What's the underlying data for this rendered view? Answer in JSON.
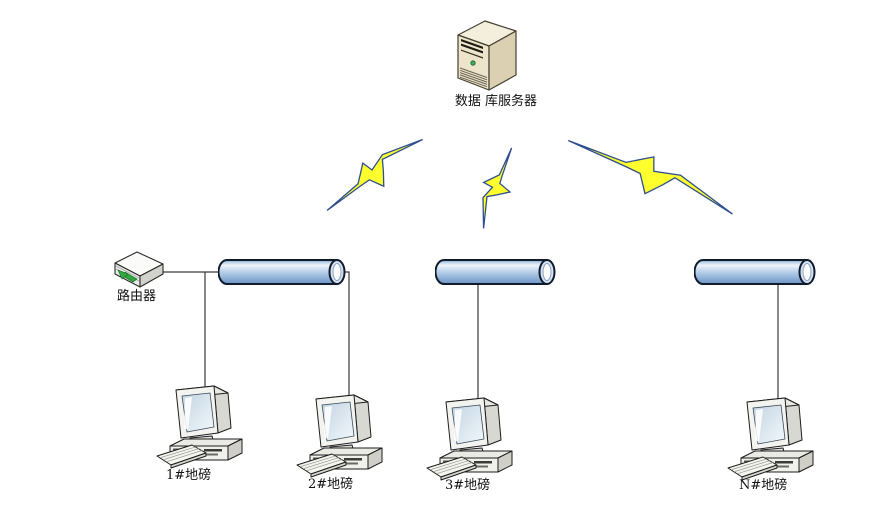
{
  "net": {
    "server": {
      "label": "数据 库服务器",
      "icon": "server-tower-icon"
    },
    "router": {
      "label": "路由器",
      "icon": "router-icon"
    },
    "segments": [
      {
        "icon": "ethernet-segment-icon"
      },
      {
        "icon": "ethernet-segment-icon"
      },
      {
        "icon": "ethernet-segment-icon"
      }
    ],
    "wireless_links": [
      {
        "icon": "lightning-bolt-icon"
      },
      {
        "icon": "lightning-bolt-icon"
      },
      {
        "icon": "lightning-bolt-icon"
      }
    ],
    "workstations": [
      {
        "label": "1#地磅",
        "icon": "desktop-computer-icon"
      },
      {
        "label": "2#地磅",
        "icon": "desktop-computer-icon"
      },
      {
        "label": "3#地磅",
        "icon": "desktop-computer-icon"
      },
      {
        "label": "N#地磅",
        "icon": "desktop-computer-icon"
      }
    ],
    "colors": {
      "background": "#ffffff",
      "bolt_fill": "#ffff2e",
      "bolt_stroke": "#2e4f8f",
      "pipe_highlight": "#eef4fb",
      "pipe_shade": "#6b94c4",
      "pipe_outline": "#101c2c",
      "server_body": "#e9e0c6",
      "connector_line": "#3a3a3a",
      "text": "#111111"
    }
  }
}
